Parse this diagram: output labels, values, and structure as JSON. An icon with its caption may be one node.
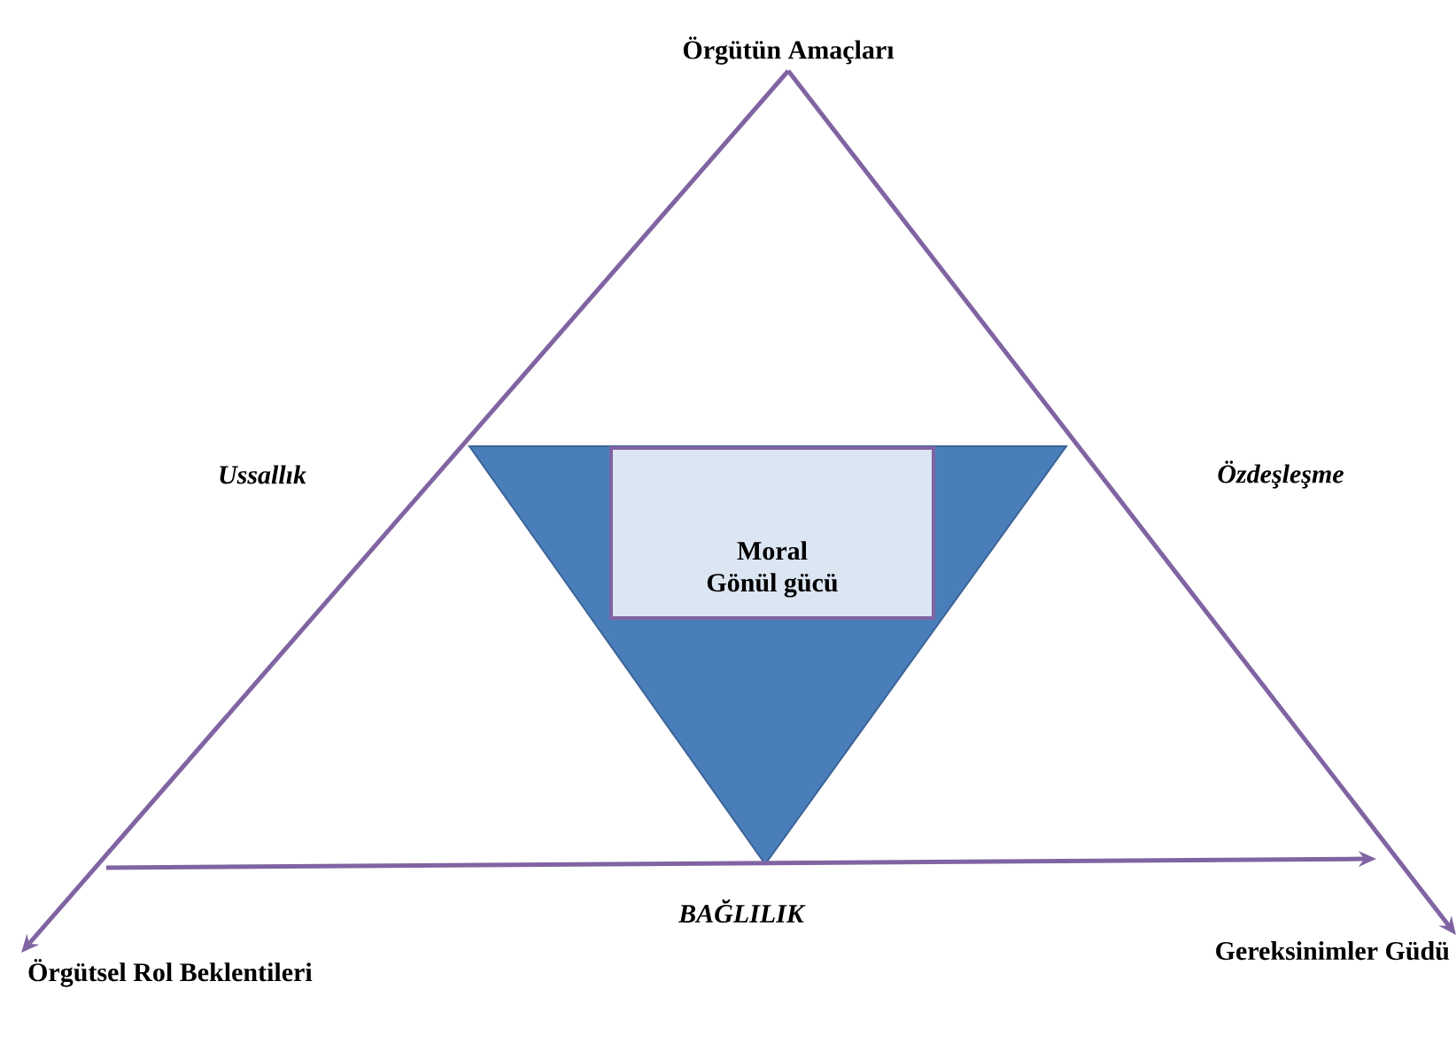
{
  "diagram": {
    "nodes": [
      {
        "text": [
          "Örgütün Amaçları"
        ]
      },
      {
        "text": [
          "Örgütsel Rol Beklentileri"
        ]
      },
      {
        "text": [
          "Gereksinimler Güdü"
        ]
      },
      {
        "text": [
          "Moral",
          "Gönül gücü"
        ]
      }
    ],
    "edges": [
      {
        "from": 0,
        "to": 1,
        "arrow": "to"
      },
      {
        "from": 0,
        "to": 2,
        "arrow": "to"
      },
      {
        "from": 1,
        "to": 2,
        "arrow": "to",
        "label": "BAĞLILIK"
      }
    ],
    "labels": [
      "Ussallık",
      "Özdeşleşme"
    ]
  }
}
